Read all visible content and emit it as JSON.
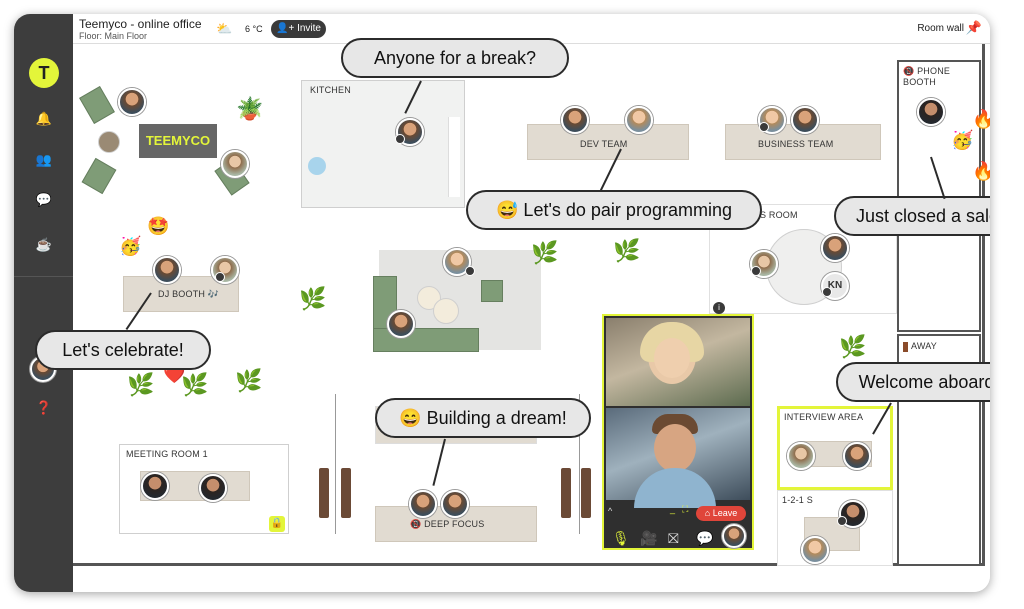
{
  "app": {
    "title": "Teemyco - online office",
    "floor": "Floor: Main Floor",
    "temperature": "6 °C",
    "invite_label": "Invite",
    "room_wall_label": "Room wall"
  },
  "sidebar": {
    "items": [
      "logo-icon",
      "bell-icon",
      "people-icon",
      "chat-icon",
      "coffee-icon",
      "user-avatar",
      "help-icon"
    ]
  },
  "rooms": {
    "kitchen": "KITCHEN",
    "dev_team": "DEV TEAM",
    "business_team": "BUSINESS TEAM",
    "phone_booth": "PHONE BOOTH",
    "dj_booth": "DJ BOOTH",
    "boardroom_partial": "S ROOM",
    "away": "AWAY",
    "meeting_room": "MEETING ROOM 1",
    "deep_focus": "DEEP FOCUS",
    "interview_area": "INTERVIEW AREA",
    "one_to_one": "1-2-1 S",
    "logo_sign": "TEEMYCO"
  },
  "avatars": {
    "kn_initials": "KN"
  },
  "bubbles": {
    "break": "Anyone for a break?",
    "pair": "😅 Let's do pair programming",
    "sale": "Just closed a sale!",
    "celebrate": "Let's celebrate!",
    "welcome": "Welcome aboard!",
    "dream": "😄 Building a dream!"
  },
  "video_call": {
    "leave_label": "Leave"
  },
  "colors": {
    "accent": "#e3f53a",
    "sidebar": "#3d3d3d",
    "leave": "#e0453a",
    "bubble_bg": "#e7e7e7"
  }
}
